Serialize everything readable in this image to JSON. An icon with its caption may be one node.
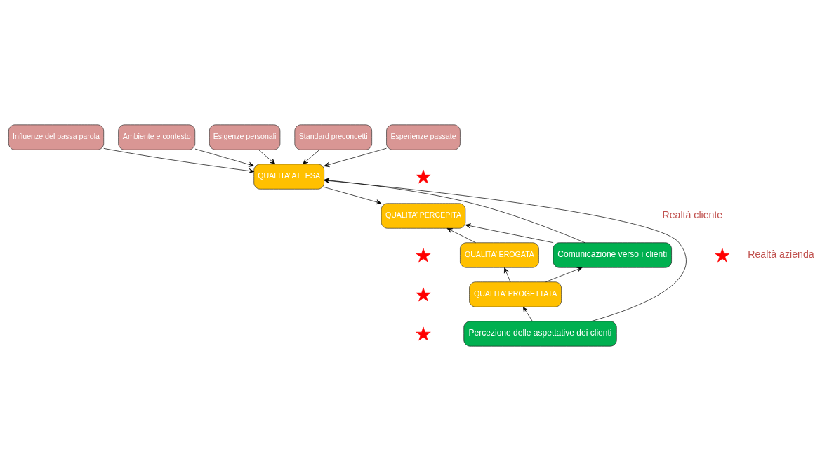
{
  "diagram": {
    "nodes": [
      {
        "text": [
          "Influenze del passa parola"
        ]
      },
      {
        "text": [
          "Ambiente e contesto"
        ]
      },
      {
        "text": [
          "Esigenze personali"
        ]
      },
      {
        "text": [
          "Standard preconcetti"
        ]
      },
      {
        "text": [
          "Esperienze passate"
        ]
      },
      {
        "text": [
          "QUALITA’ ATTESA"
        ]
      },
      {
        "text": [
          "QUALITA’ PERCEPITA"
        ]
      },
      {
        "text": [
          "QUALITA’ EROGATA"
        ]
      },
      {
        "text": [
          "Comunicazione verso i clienti"
        ]
      },
      {
        "text": [
          "QUALITA’ PROGETTATA"
        ]
      },
      {
        "text": [
          "Percezione delle aspettative dei clienti"
        ]
      },
      {
        "text": [],
        "shape": "star"
      },
      {
        "text": [],
        "shape": "star"
      },
      {
        "text": [],
        "shape": "star"
      },
      {
        "text": [],
        "shape": "star"
      },
      {
        "text": [],
        "shape": "star"
      }
    ],
    "edges": [
      {
        "from": 0,
        "to": 5,
        "arrow": "to"
      },
      {
        "from": 1,
        "to": 5,
        "arrow": "to"
      },
      {
        "from": 2,
        "to": 5,
        "arrow": "to"
      },
      {
        "from": 3,
        "to": 5,
        "arrow": "to"
      },
      {
        "from": 4,
        "to": 5,
        "arrow": "to"
      },
      {
        "from": 5,
        "to": 6,
        "arrow": "to"
      },
      {
        "from": 7,
        "to": 6,
        "arrow": "to"
      },
      {
        "from": 9,
        "to": 7,
        "arrow": "to"
      },
      {
        "from": 10,
        "to": 9,
        "arrow": "to"
      },
      {
        "from": 10,
        "to": 5,
        "arrow": "to"
      },
      {
        "from": 8,
        "to": 5,
        "arrow": "to"
      },
      {
        "from": 8,
        "to": 6,
        "arrow": "to"
      },
      {
        "from": 9,
        "to": 8,
        "arrow": "to"
      }
    ],
    "labels": [
      "Realtà cliente",
      "Realtà azienda"
    ]
  }
}
